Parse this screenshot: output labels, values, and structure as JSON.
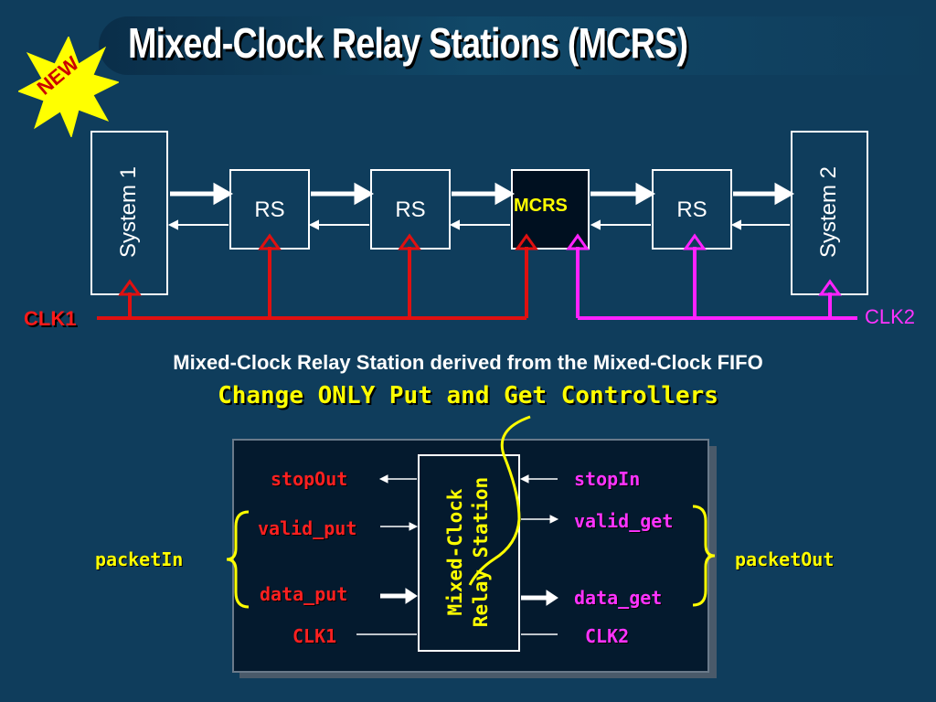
{
  "title": "Mixed-Clock Relay Stations (MCRS)",
  "badge": "NEW",
  "top_diagram": {
    "system1": "System 1",
    "system2": "System 2",
    "rs_labels": [
      "RS",
      "RS",
      "RS"
    ],
    "mcrs": "MCRS",
    "clk1": "CLK1",
    "clk2": "CLK2"
  },
  "caption": "Mixed-Clock Relay Station derived from the Mixed-Clock FIFO",
  "subcaption": "Change ONLY Put and Get Controllers",
  "bottom_diagram": {
    "center_line1": "Mixed-Clock",
    "center_line2": "Relay Station",
    "stopOut": "stopOut",
    "stopIn": "stopIn",
    "valid_put": "valid_put",
    "valid_get": "valid_get",
    "data_put": "data_put",
    "data_get": "data_get",
    "clk1": "CLK1",
    "clk2": "CLK2",
    "packetIn": "packetIn",
    "packetOut": "packetOut"
  },
  "colors": {
    "background": "#0f3d5c",
    "clk1_line": "#e01010",
    "clk2_line": "#ff22ff",
    "highlight": "#ffff00",
    "badge": "#ffff00"
  }
}
